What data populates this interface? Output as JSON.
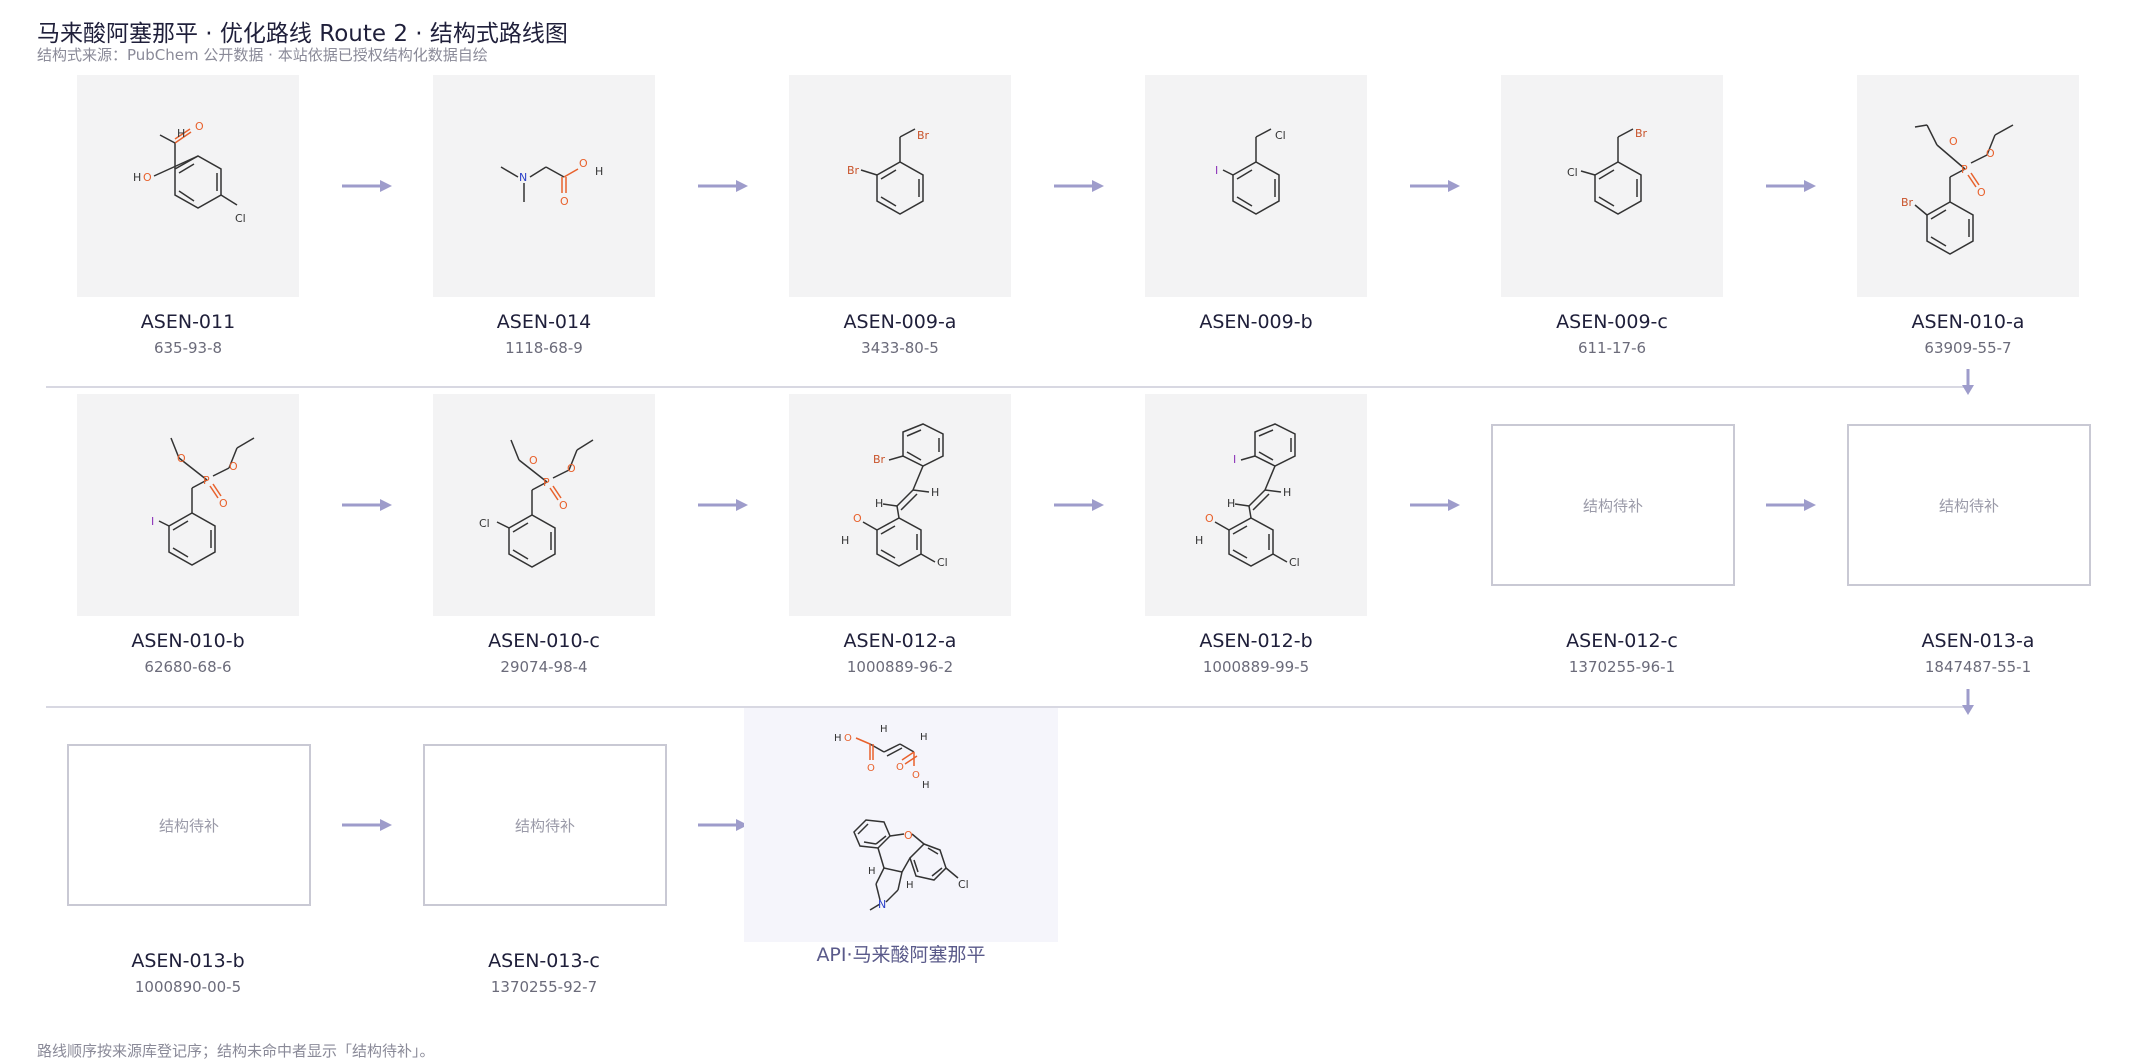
{
  "header": {
    "title": "马来酸阿塞那平 · 优化路线 Route 2 · 结构式路线图",
    "subtitle": "结构式来源：PubChem 公开数据 · 本站依据已授权结构化数据自绘"
  },
  "compounds": [
    {
      "code": "ASEN-011",
      "cas": "635-93-8"
    },
    {
      "code": "ASEN-014",
      "cas": "1118-68-9"
    },
    {
      "code": "ASEN-009-a",
      "cas": "3433-80-5"
    },
    {
      "code": "ASEN-009-b",
      "cas": ""
    },
    {
      "code": "ASEN-009-c",
      "cas": "611-17-6"
    },
    {
      "code": "ASEN-010-a",
      "cas": "63909-55-7"
    },
    {
      "code": "ASEN-010-b",
      "cas": "62680-68-6"
    },
    {
      "code": "ASEN-010-c",
      "cas": "29074-98-4"
    },
    {
      "code": "ASEN-012-a",
      "cas": "1000889-96-2"
    },
    {
      "code": "ASEN-012-b",
      "cas": "1000889-99-5"
    },
    {
      "code": "ASEN-012-c",
      "cas": "1370255-96-1"
    },
    {
      "code": "ASEN-013-a",
      "cas": "1847487-55-1"
    },
    {
      "code": "ASEN-013-b",
      "cas": "1000890-00-5"
    },
    {
      "code": "ASEN-013-c",
      "cas": "1370255-92-7"
    }
  ],
  "pending_text": "结构待补",
  "api": {
    "label": "API·马来酸阿塞那平"
  },
  "footer": {
    "note": "路线顺序按来源库登记序；结构未命中者显示「结构待补」。"
  },
  "atoms": {
    "H": "H",
    "O": "O",
    "Cl": "Cl",
    "Br": "Br",
    "I": "I",
    "N": "N",
    "P": "P"
  },
  "colors": {
    "accent_arrow": "#9e9ccb",
    "oxygen": "#e8612c",
    "nitrogen": "#2a3fc8",
    "halogen_br": "#c8532a",
    "halogen_i": "#8a2fb8",
    "bond": "#333333"
  }
}
